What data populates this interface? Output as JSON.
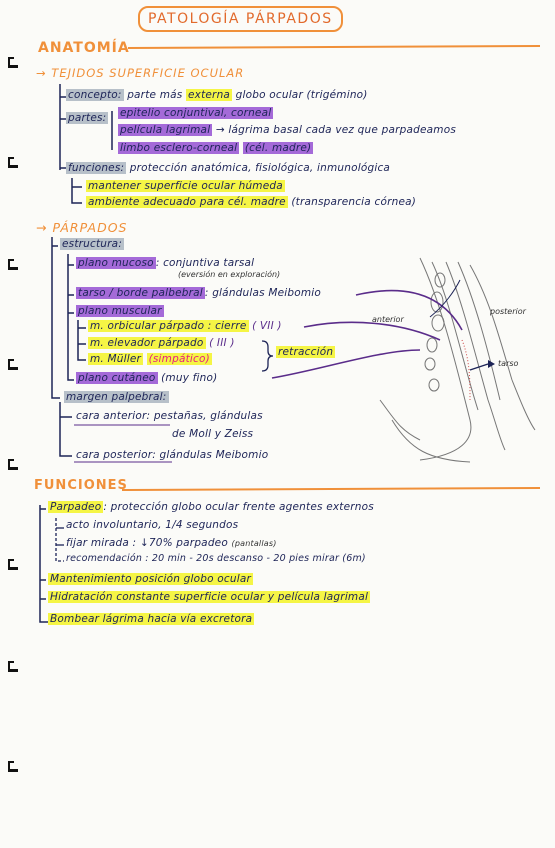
{
  "title": "PATOLOGÍA PÁRPADOS",
  "anatomia": {
    "heading": "ANATOMÍA",
    "tejidos": "→ TEJIDOS SUPERFICIE OCULAR",
    "concepto_label": "concepto:",
    "concepto_text_1": "parte más",
    "concepto_hl": "externa",
    "concepto_text_2": "globo ocular (trigémino)",
    "partes_label": "partes:",
    "parte1": "epitelio conjuntival, corneal",
    "parte2": "película lagrimal",
    "parte2_extra": "→ lágrima basal cada vez que parpadeamos",
    "parte3": "limbo esclero-corneal",
    "parte3_extra": "(cél. madre)",
    "funciones_label": "funciones:",
    "funciones_text": "protección anatómica, fisiológica, inmunológica",
    "func1": "mantener superficie ocular húmeda",
    "func2": "ambiente adecuado para cél. madre",
    "func2_extra": "(transparencia córnea)"
  },
  "parpados": {
    "heading": "→ PÁRPADOS",
    "estructura": "estructura:",
    "plano_mucoso": "plano mucoso",
    "plano_mucoso_text": ": conjuntiva tarsal",
    "plano_mucoso_note": "(eversión en exploración)",
    "tarso": "tarso / borde palbebral",
    "tarso_text": ": glándulas Meibomio",
    "plano_muscular": "plano muscular",
    "m1": "m. orbicular párpado : cierre",
    "m1_extra": "( VII )",
    "m2": "m. elevador párpado",
    "m2_extra": "( III )",
    "m3": "m. Müller",
    "m3_extra": "(simpático)",
    "retraccion": "retracción",
    "plano_cutaneo": "plano cutáneo",
    "plano_cutaneo_extra": "(muy fino)",
    "margen": "margen palpebral:",
    "cara_anterior": "cara anterior",
    "cara_anterior_text": ": pestañas, glándulas",
    "cara_anterior_text2": "de Moll y Zeiss",
    "cara_posterior": "cara posterior",
    "cara_posterior_text": ": glándulas Meibomio",
    "diagram_anterior": "anterior",
    "diagram_posterior": "posterior",
    "diagram_tarso": "tarso"
  },
  "funciones": {
    "heading": "FUNCIONES",
    "parpadeo_label": "Parpadeo",
    "parpadeo_text": ": protección globo ocular frente agentes externos",
    "sub1": "acto involuntario, 1/4 segundos",
    "sub2": "fijar mirada : ↓70% parpadeo",
    "sub2_extra": "(pantallas)",
    "sub3": "recomendación : 20 min - 20s descanso - 20 pies mirar (6m)",
    "item1": "Mantenimiento posición globo ocular",
    "item2": "Hidratación constante superficie ocular y película lagrimal",
    "item3": "Bombear lágrima hacia vía excretora"
  },
  "colors": {
    "accent": "#f0903a",
    "ink": "#1d2457",
    "purple": "#a46ad8",
    "yellow": "#f5f545",
    "gray": "#b7c0c9"
  }
}
